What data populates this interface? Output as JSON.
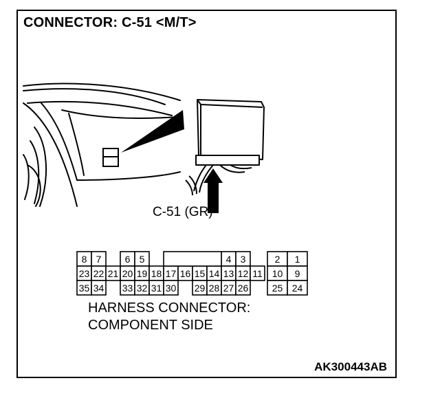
{
  "title": "CONNECTOR: C-51 <M/T>",
  "callout_label": "C-51 (GR)",
  "caption": {
    "line1": "HARNESS CONNECTOR:",
    "line2": "COMPONENT SIDE"
  },
  "figure_code": "AK300443AB",
  "connector": {
    "row1": [
      {
        "col": 0,
        "label": "8"
      },
      {
        "col": 1,
        "label": "7"
      },
      {
        "col": 3,
        "label": "6"
      },
      {
        "col": 4,
        "label": "5"
      },
      {
        "col": 10,
        "label": "4"
      },
      {
        "col": 11,
        "label": "3"
      },
      {
        "col": 13,
        "label": "2"
      },
      {
        "col": 14,
        "label": "1"
      }
    ],
    "row2": [
      {
        "col": 0,
        "label": "23"
      },
      {
        "col": 1,
        "label": "22"
      },
      {
        "col": 2,
        "label": "21"
      },
      {
        "col": 3,
        "label": "20"
      },
      {
        "col": 4,
        "label": "19"
      },
      {
        "col": 5,
        "label": "18"
      },
      {
        "col": 6,
        "label": "17"
      },
      {
        "col": 7,
        "label": "16"
      },
      {
        "col": 8,
        "label": "15"
      },
      {
        "col": 9,
        "label": "14"
      },
      {
        "col": 10,
        "label": "13"
      },
      {
        "col": 11,
        "label": "12"
      },
      {
        "col": 12,
        "label": "11"
      },
      {
        "col": 13,
        "label": "10"
      },
      {
        "col": 14,
        "label": "9"
      }
    ],
    "row3": [
      {
        "col": 0,
        "label": "35"
      },
      {
        "col": 1,
        "label": "34"
      },
      {
        "col": 3,
        "label": "33"
      },
      {
        "col": 4,
        "label": "32"
      },
      {
        "col": 5,
        "label": "31"
      },
      {
        "col": 6,
        "label": "30"
      },
      {
        "col": 8,
        "label": "29"
      },
      {
        "col": 9,
        "label": "28"
      },
      {
        "col": 10,
        "label": "27"
      },
      {
        "col": 11,
        "label": "26"
      },
      {
        "col": 13,
        "label": "25"
      },
      {
        "col": 14,
        "label": "24"
      }
    ]
  }
}
